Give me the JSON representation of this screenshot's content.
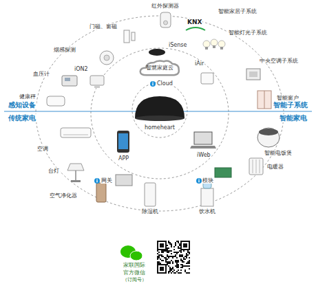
{
  "diagram": {
    "nodes": [
      {
        "text": [
          "智慧家庭云"
        ]
      }
    ],
    "labels": [
      "红外探测器",
      "KNX",
      "智能家居子系统",
      "门磁、窗磁",
      "iSense",
      "智能灯光子系统",
      "烟感探测",
      "iON2",
      "iAir",
      "中央空调子系统",
      "血压计",
      "Cloud",
      "智能窗户",
      "健康秤",
      "homeheart",
      "感知设备",
      "智能子系统",
      "传统家电",
      "智能家电",
      "空调",
      "APP",
      "iWeb",
      "智能电饭煲",
      "台灯",
      "网关",
      "模块",
      "电暖器",
      "空气净化器",
      "除湿机",
      "饮水机",
      "家联国际",
      "官方微信",
      "（订阅号）"
    ]
  }
}
